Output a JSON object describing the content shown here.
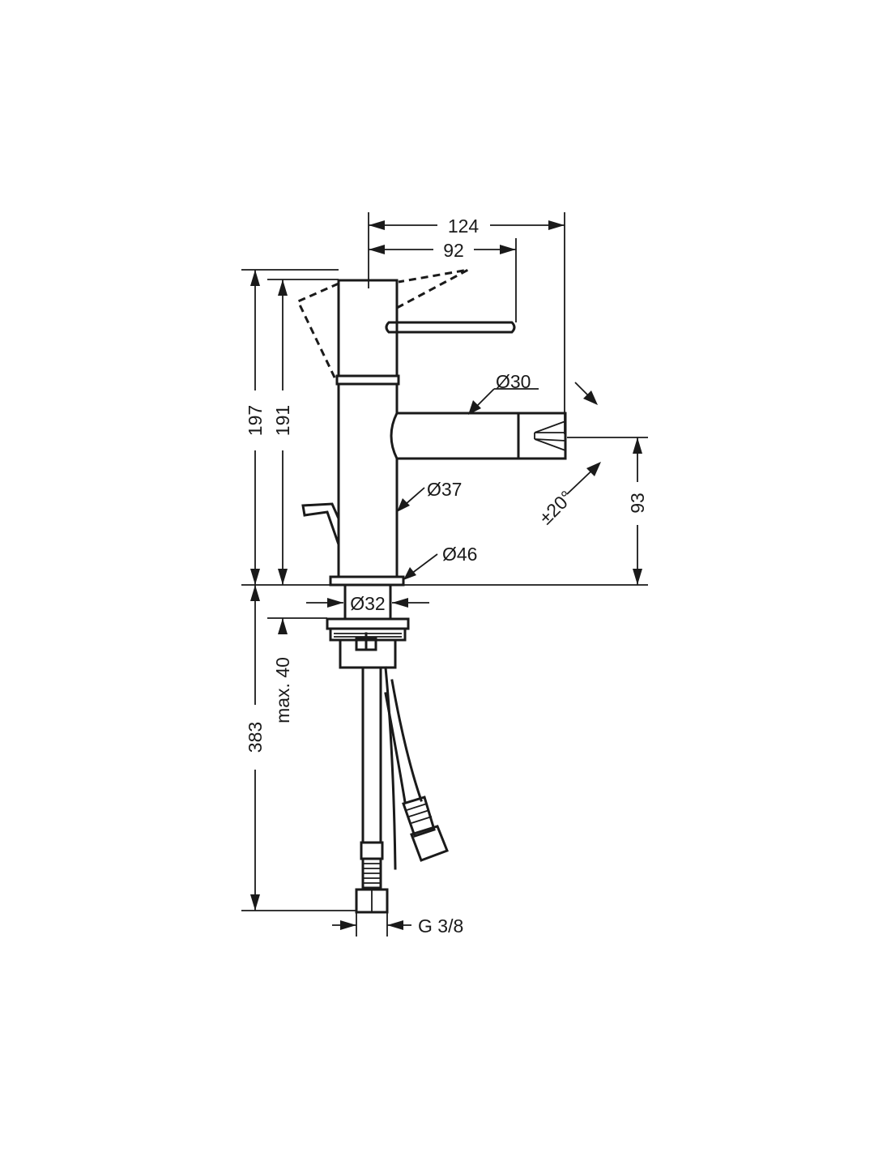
{
  "drawing": {
    "colors": {
      "line": "#1a1a1a",
      "background": "#ffffff"
    },
    "dimensions": {
      "width_overall": "124",
      "lever_reach": "92",
      "spout_diameter": "Ø30",
      "swivel_angle": "±20°",
      "body_diameter": "Ø37",
      "base_diameter": "Ø46",
      "shank_diameter": "Ø32",
      "height_overall": "197",
      "height_body": "191",
      "spout_height": "93",
      "hose_length": "383",
      "max_deck_thickness": "max. 40",
      "connection_thread": "G 3/8"
    }
  }
}
